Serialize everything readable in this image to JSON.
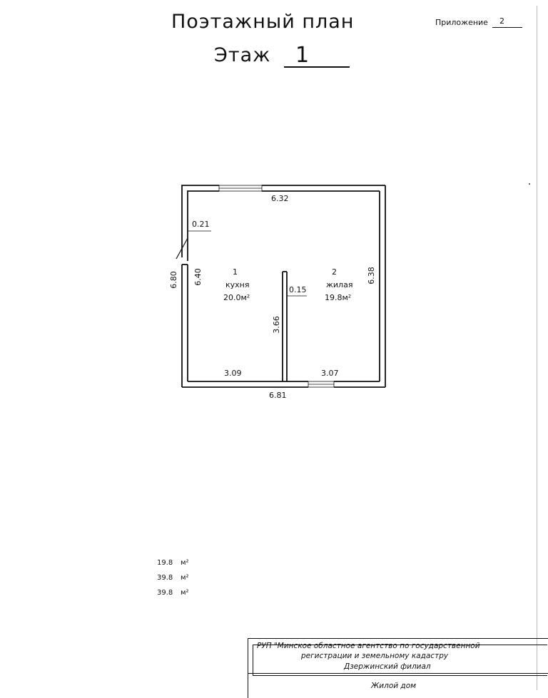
{
  "header": {
    "title": "Поэтажный план",
    "floor_label": "Этаж",
    "floor_value": "1",
    "appendix_label": "Приложение",
    "appendix_number": "2"
  },
  "plan": {
    "dimensions": {
      "top_wall": "6.32",
      "bottom_wall": "6.81",
      "left_outer": "6.80",
      "left_inner": "6.40",
      "right_wall": "6.38",
      "partition_offset": "0.21",
      "partition_thickness": "0.15",
      "partition_length": "3.66",
      "bottom_left_segment": "3.09",
      "bottom_right_segment": "3.07"
    },
    "rooms": [
      {
        "number": "1",
        "name": "кухня",
        "area": "20.0м²"
      },
      {
        "number": "2",
        "name": "жилая",
        "area": "19.8м²"
      }
    ]
  },
  "summary": {
    "rows": [
      {
        "value": "19.8",
        "unit": "м²"
      },
      {
        "value": "39.8",
        "unit": "м²"
      },
      {
        "value": "39.8",
        "unit": "м²"
      }
    ]
  },
  "stamp": {
    "org_line1": "РУП \"Минское областное агентство по государственной",
    "org_line2": "регистрации и земельному кадастру",
    "org_line3": "Дзержинский филиал",
    "object": "Жилой дом"
  }
}
